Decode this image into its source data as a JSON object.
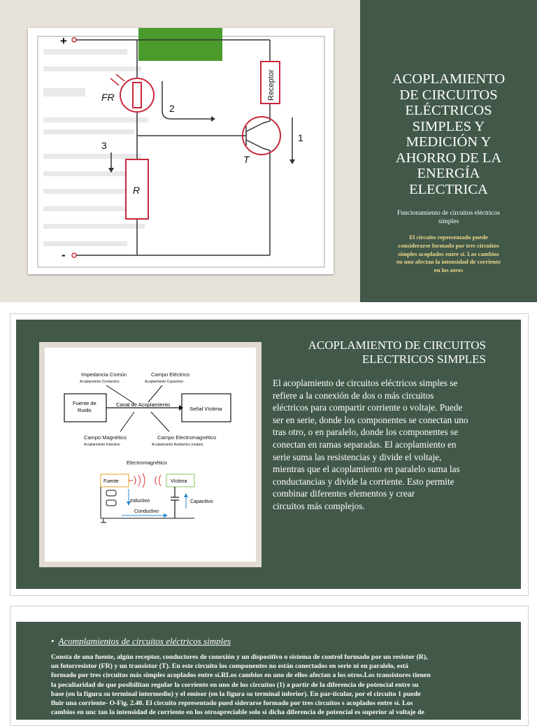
{
  "slide1": {
    "title": "ACOPLAMIENTO DE CIRCUITOS ELÉCTRICOS SIMPLES Y MEDICIÓN Y AHORRO DE LA ENERGÍA ELECTRICA",
    "title_lines": [
      "ACOPLAMIENTO",
      "DE CIRCUITOS",
      "ELÉCTRICOS",
      "SIMPLES Y",
      "MEDICIÓN Y",
      "AHORRO DE LA",
      "ENERGÍA",
      "ELECTRICA"
    ],
    "subtitle_lines": [
      "Funcionamiento de circuitos eléctricos",
      "simples"
    ],
    "note_lines": [
      "El circuito representado puede",
      "considerarse formado por tres circuitos",
      "simples acoplados entre sí. Los cambios",
      "en uno afectan la intensidad de corriente",
      "en los otros"
    ],
    "diagram": {
      "plus": "+",
      "minus": "-",
      "fr": "FR",
      "r": "R",
      "t": "T",
      "receptor": "Receptor",
      "n1": "1",
      "n2": "2",
      "n3": "3"
    },
    "colors": {
      "panel": "#42594a",
      "background": "#e6e1d9",
      "diagram_red": "#c8283a",
      "diagram_green": "#4a9a2c"
    }
  },
  "slide2": {
    "title_lines": [
      "ACOPLAMIENTO DE CIRCUITOS",
      "ELECTRICOS SIMPLES"
    ],
    "body_lines": [
      "El acoplamiento de circuitos eléctricos simples se",
      "refiere a la conexión de dos o más circuitos",
      "eléctricos para compartir corriente o voltaje. Puede",
      "ser en serie, donde los componentes se conectan uno",
      "tras otro, o en paralelo, donde los componentes se",
      "conectan en ramas separadas. El acoplamiento en",
      "serie suma las resistencias y divide el voltaje,",
      "mientras que el acoplamiento en paralelo suma las",
      "conductancias y divide la corriente. Esto permite",
      "combinar diferentes elementos y crear",
      "circuitos más complejos."
    ],
    "diagram": {
      "impedancia": "Impedancia Común",
      "impedancia_sub": "Acoplamiento Conductivo",
      "campo_electrico": "Campo Eléctrico",
      "campo_electrico_sub": "Acoplamiento Capacitivo",
      "fuente_line1": "Fuente de",
      "fuente_line2": "Ruido",
      "canal": "Canal de Acoplamiento",
      "senal": "Señal Víctima",
      "campo_magnetico": "Campo Magnético",
      "campo_magnetico_sub": "Acoplamiento Inductivo",
      "campo_em": "Campo Electromagnético",
      "campo_em_sub": "Acoplamiento Radiactico (ondas)",
      "electromagnetico": "Electromagnético",
      "fuente": "Fuente",
      "victima": "Víctima",
      "inductivo": "Inductivo",
      "capacitivo": "Capacitivo",
      "conductivo": "Conductivo"
    }
  },
  "slide3": {
    "bullet": "•",
    "heading": "Acomplamientos de circuitos eléctricos simples",
    "body_lines": [
      "Consta de una fuente, algún receptor, conductores de conexión y un dispositivo o sistema de control formado por un resistor (R),",
      "un fotorresistor (FR) y un transistor (T). En este circuito los componentes no están conectados en serie ni en paralelo, está",
      "formado por tres circuitos más simples acoplados entre sí.RLos cambios en uno de ellos afectan a los otros.Los transistores tienen",
      "la peculiaridad de que posibilitan regular la corriente en uno de los circuitos (1) a partir de la diferencia de potencial entre su",
      "base (en la figura su terminal intermedio) y el emisor (en la figura su terminal inferior). En par-ticular, por el circuito 1 puede",
      "fluir una corriente- O-Fig. 2.40. El circuito representado pued siderarse formado por tres circuitos s acoplados entre sí. Los",
      "cambios en unc tan la intensidad de corriente en los otroapreciable solo si dicha diferencia de potencial es superior al voltaje de"
    ]
  }
}
